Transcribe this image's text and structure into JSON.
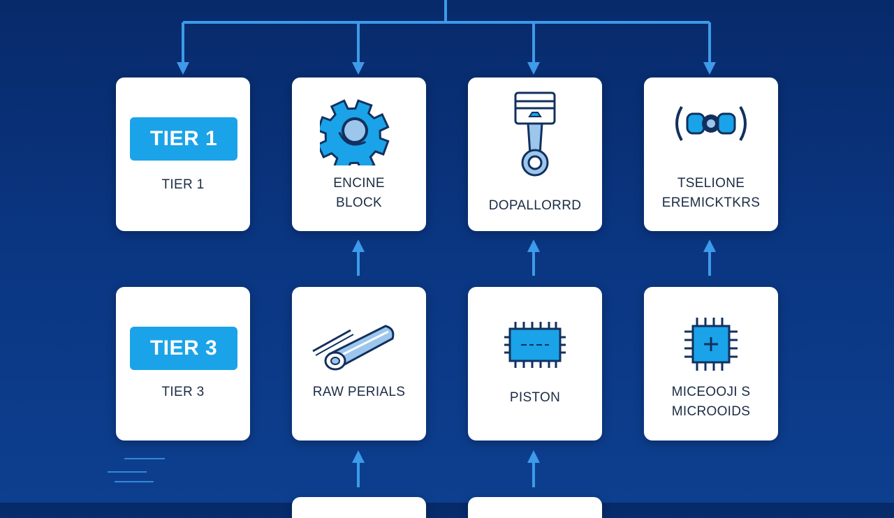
{
  "tiers": {
    "tier_1": {
      "badge": "TIER 1",
      "label": "TIER 1"
    },
    "tier_3": {
      "badge": "TIER 3",
      "label": "TIER 3"
    }
  },
  "top_row": [
    {
      "line1": "ENCINE",
      "line2": "BLOCK",
      "icon": "gear-icon"
    },
    {
      "line1": "DOPALLORRD",
      "line2": "",
      "icon": "piston-icon"
    },
    {
      "line1": "TSELIONE",
      "line2": "EREMICKTKRS",
      "icon": "sensor-icon"
    }
  ],
  "bottom_row": [
    {
      "line1": "RAW PERIALS",
      "line2": "",
      "icon": "metal-rod-icon"
    },
    {
      "line1": "PISTON",
      "line2": "",
      "icon": "chip-icon"
    },
    {
      "line1": "MICEOOJI S",
      "line2": "MICROOIDS",
      "icon": "microchip-icon"
    }
  ],
  "colors": {
    "background_top": "#072a6a",
    "background_bottom": "#0d3f8f",
    "accent": "#1aa3e8",
    "arrow": "#3d9be9",
    "card": "#ffffff",
    "icon_dark": "#12305e",
    "icon_light": "#9cc6ec"
  }
}
